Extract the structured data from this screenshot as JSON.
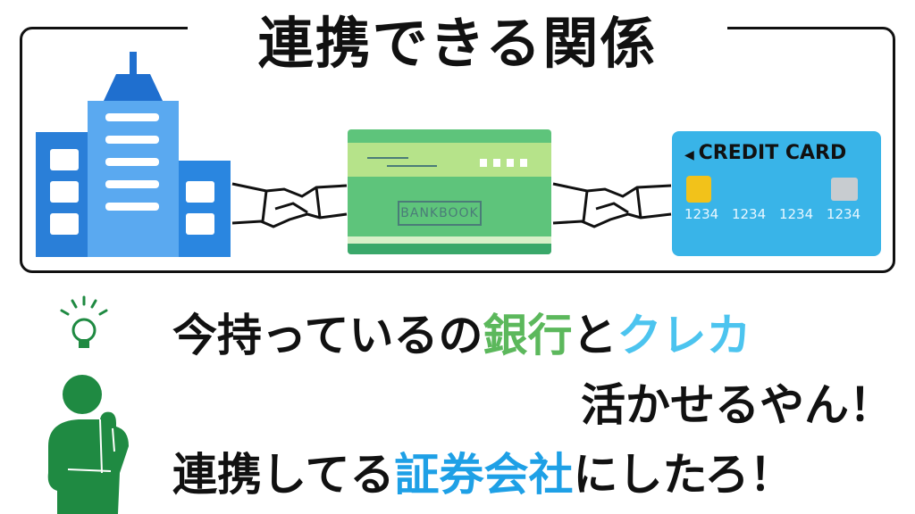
{
  "title": "連携できる関係",
  "bankbook": {
    "label": "BANKBOOK"
  },
  "credit_card": {
    "label": "CREDIT CARD",
    "numbers": [
      "1234",
      "1234",
      "1234",
      "1234"
    ]
  },
  "message": {
    "line1": [
      {
        "text": "今持っているの",
        "color": "#111111"
      },
      {
        "text": "銀行",
        "color": "#5cb85c"
      },
      {
        "text": "と",
        "color": "#111111"
      },
      {
        "text": "クレカ",
        "color": "#4cc4ef"
      }
    ],
    "line2": "活かせるやん！",
    "line3": [
      {
        "text": "連携してる",
        "color": "#111111"
      },
      {
        "text": "証券会社",
        "color": "#1ea0e6"
      },
      {
        "text": "にしたろ！",
        "color": "#111111"
      }
    ]
  },
  "colors": {
    "green_icon": "#1f8a42",
    "building_blue": "#2a7fd8",
    "card_blue": "#39b4e8",
    "bank_green": "#5ec47b"
  }
}
